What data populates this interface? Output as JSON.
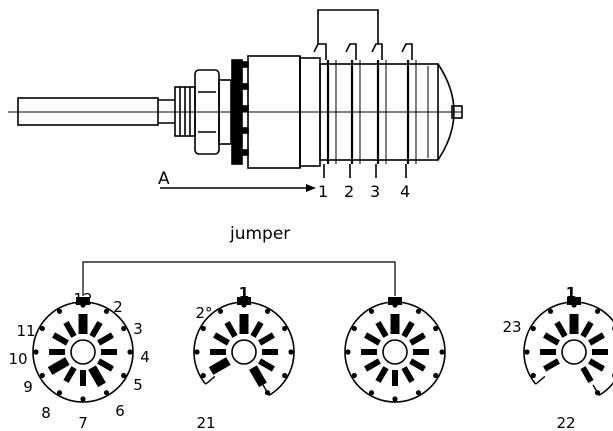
{
  "figure": {
    "axis_label": "A",
    "deck_numbers": [
      "1",
      "2",
      "3",
      "4"
    ],
    "jumper_label": "jumper"
  },
  "dials": [
    {
      "labels": [
        {
          "text": "12"
        },
        {
          "text": "2"
        },
        {
          "text": "3"
        },
        {
          "text": "4"
        },
        {
          "text": "5"
        },
        {
          "text": "6"
        },
        {
          "text": "7"
        },
        {
          "text": "8"
        },
        {
          "text": "9"
        },
        {
          "text": "10"
        },
        {
          "text": "11"
        }
      ]
    },
    {
      "labels": [
        {
          "text": "1"
        },
        {
          "text": "2°"
        },
        {
          "text": "21"
        }
      ]
    },
    {
      "labels": []
    },
    {
      "labels": [
        {
          "text": "1"
        },
        {
          "text": "23"
        },
        {
          "text": "22"
        }
      ]
    }
  ]
}
